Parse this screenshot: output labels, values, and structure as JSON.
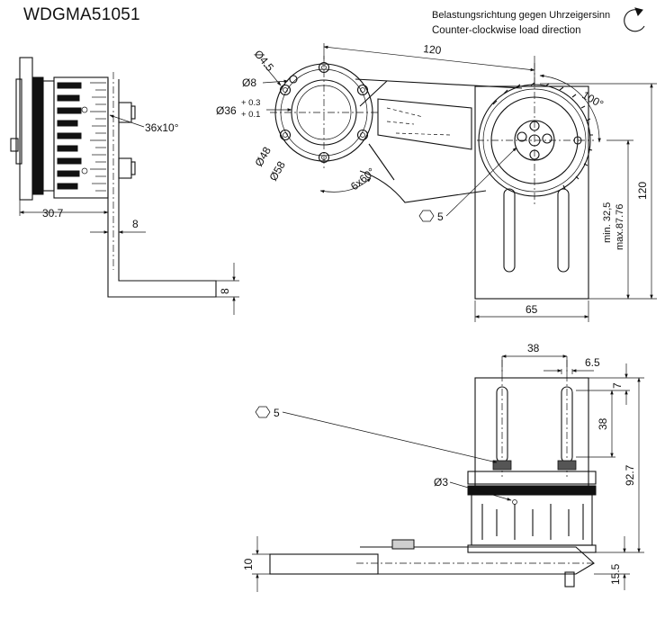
{
  "title": "WDGMA51051",
  "load_direction": {
    "de": "Belastungsrichtung gegen Uhrzeigersinn",
    "en": "Counter-clockwise load direction",
    "icon": "counter-clockwise-arrow-icon"
  },
  "side_view": {
    "dim_depth": "30.7",
    "dim_plate_thickness": "8",
    "dim_foot": "8",
    "dim_scale": "36x10°"
  },
  "top_view": {
    "dim_120_top": "120",
    "dim_hole": "Ø4.5",
    "dim_bore": "Ø8",
    "dim_center": "Ø36",
    "tol_upper": "+ 0.3",
    "tol_lower": "+ 0.1",
    "dim_circle_48": "Ø48",
    "dim_circle_58": "Ø58",
    "dim_pattern": "6x60°",
    "dim_angle": "100°",
    "dim_height": "120",
    "dim_min": "min. 32,5",
    "dim_max": "max.87.76",
    "dim_width": "65",
    "hex_key": "5"
  },
  "front_view": {
    "dim_38_top": "38",
    "dim_6_5": "6.5",
    "dim_7": "7",
    "dim_38_side": "38",
    "dim_92_7": "92.7",
    "dim_hole": "Ø3",
    "dim_10": "10",
    "dim_15_5": "15.5",
    "hex_key": "5"
  }
}
